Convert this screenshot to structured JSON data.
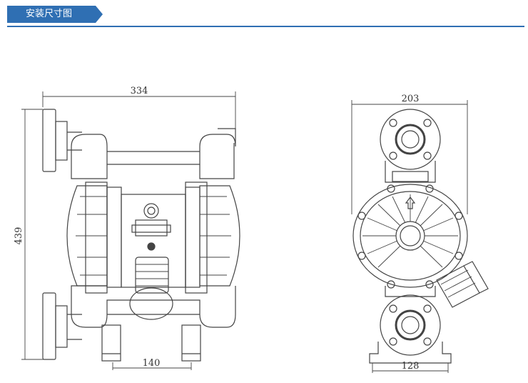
{
  "header": {
    "title": "安装尺寸图",
    "accent": "#2f6fb3"
  },
  "dimensions": {
    "front_width": "334",
    "front_height": "439",
    "front_base": "140",
    "side_width": "203",
    "side_base": "128"
  }
}
